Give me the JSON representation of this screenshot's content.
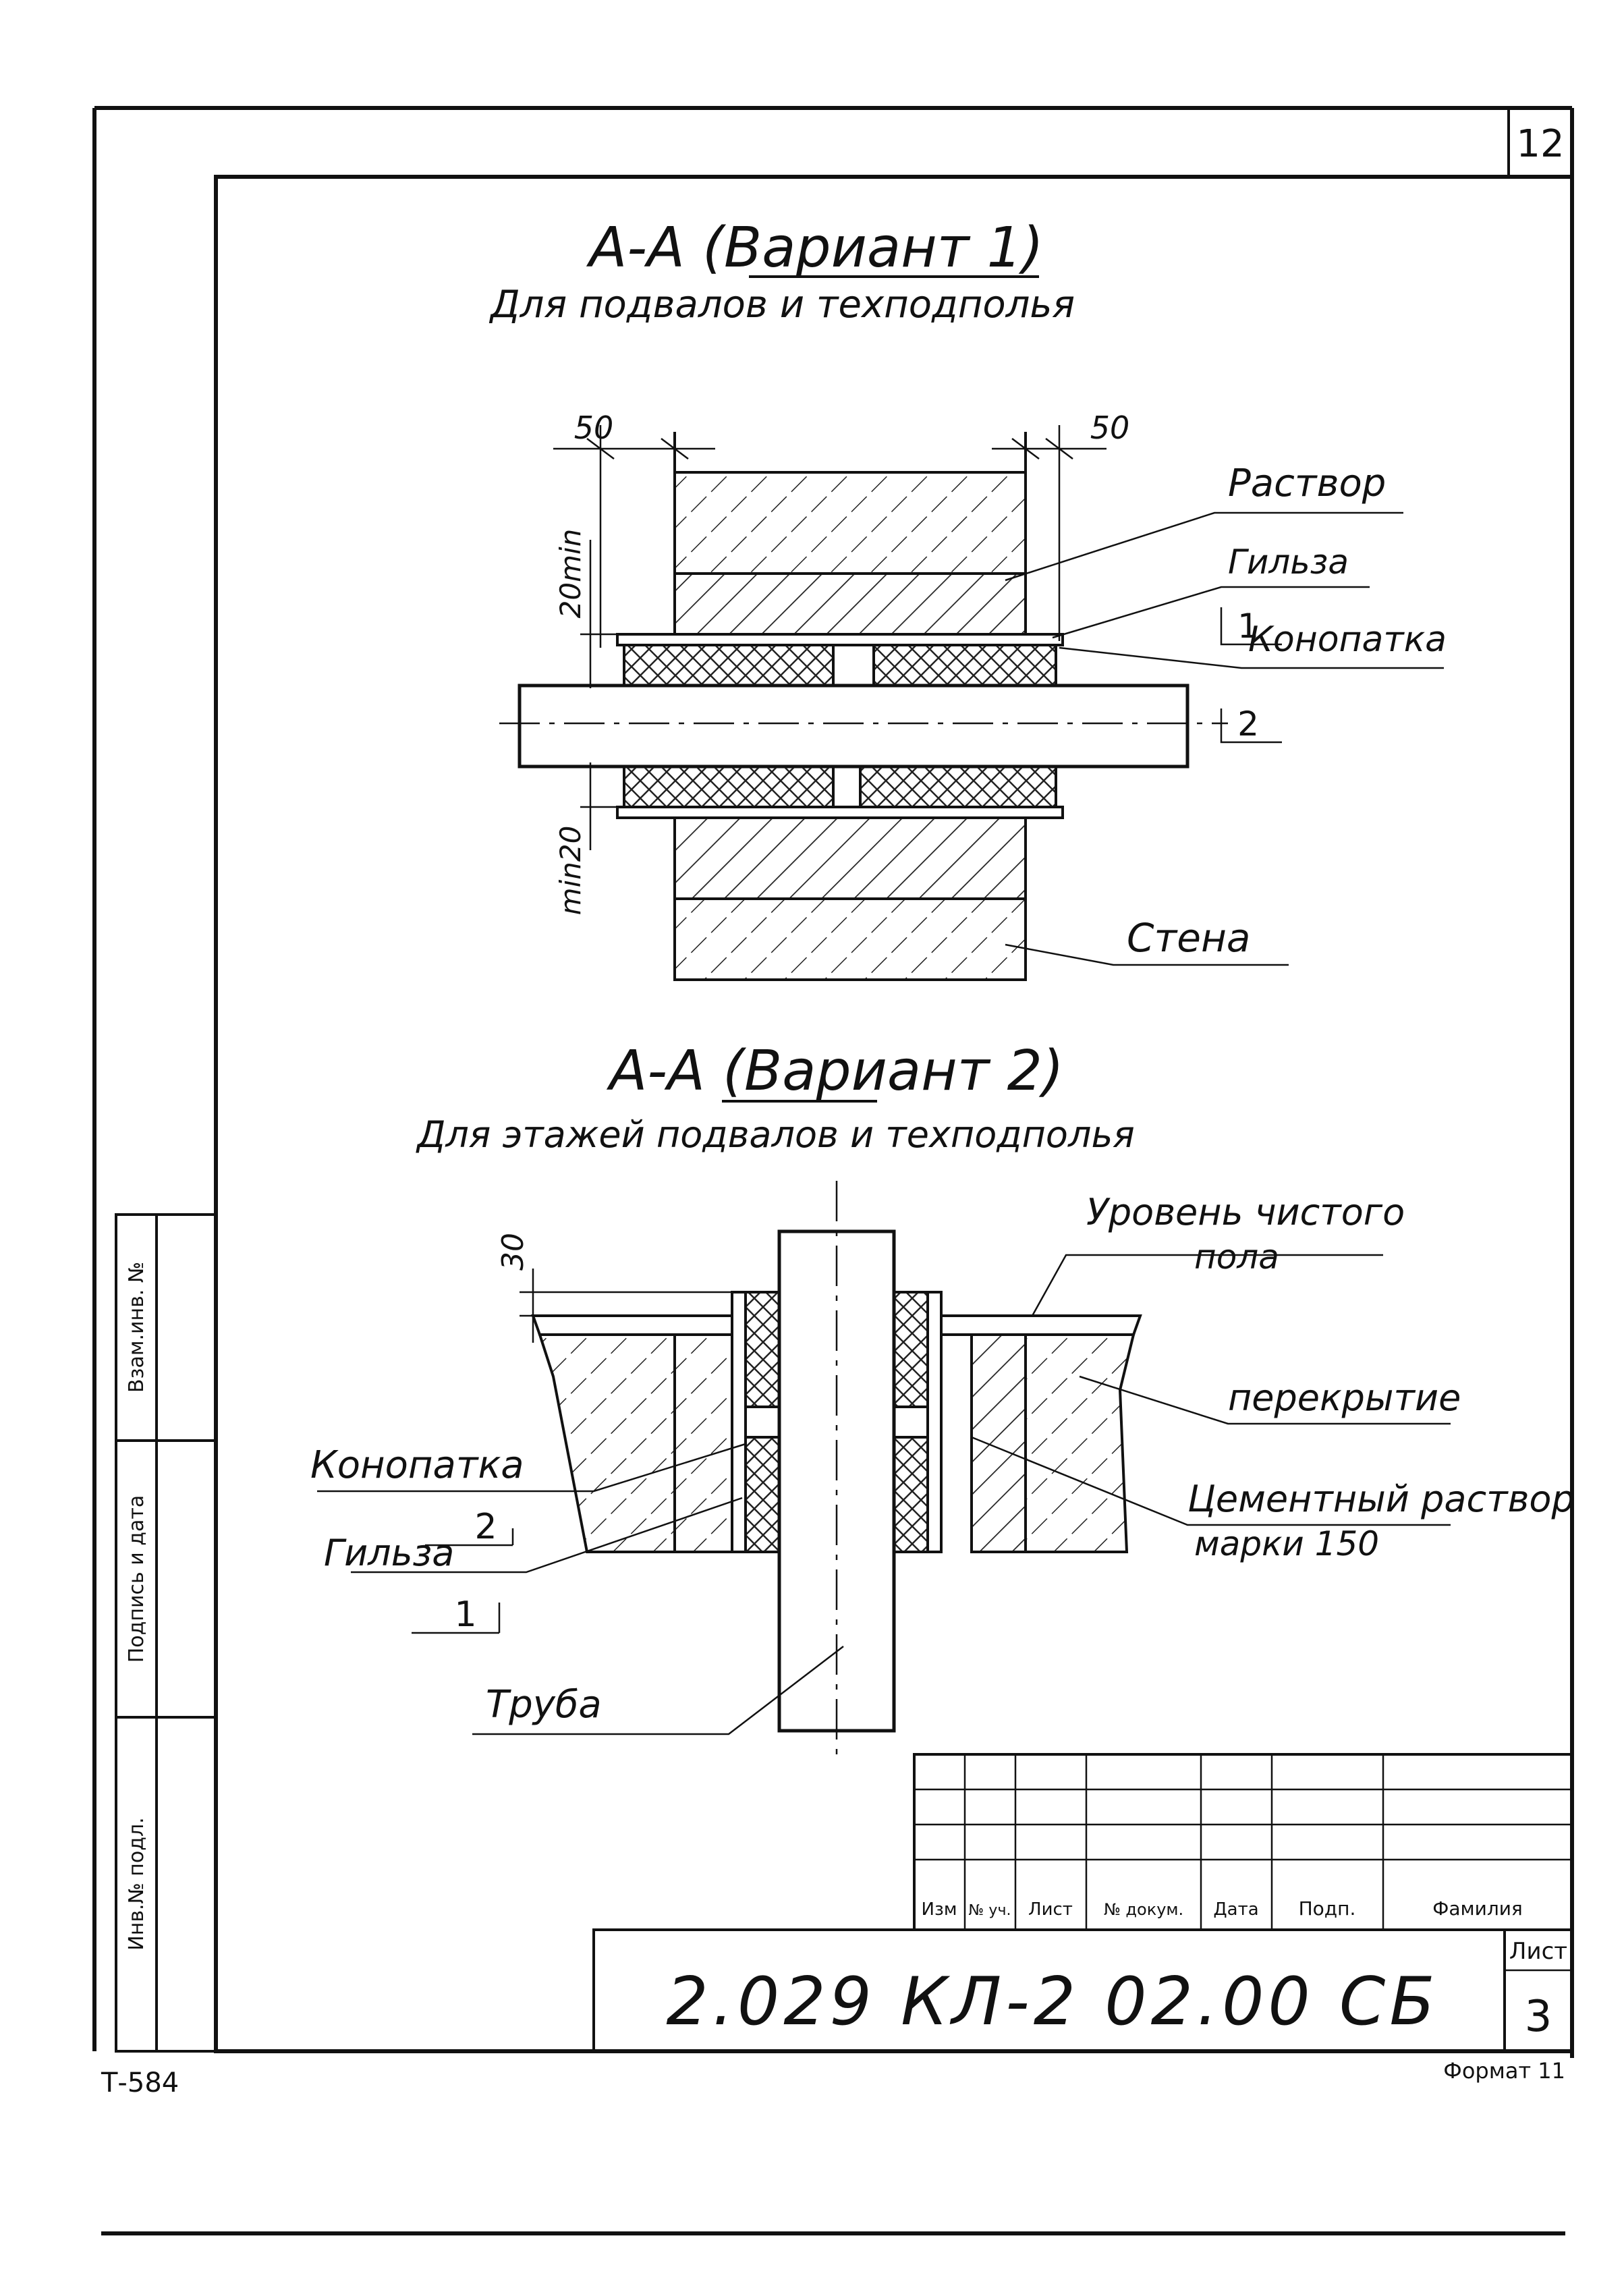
{
  "sheet_corner_number": "12",
  "section1": {
    "title": "А-А (Вариант 1)",
    "subtitle": "Для подвалов и техподполья",
    "dim_left": "50",
    "dim_right": "50",
    "dim_top": "20min",
    "dim_bottom": "min20",
    "label_rastvor": "Раствор",
    "label_gilza": "Гильза",
    "num_gilza": "1",
    "label_konopatka": "Конопатка",
    "num_konopatka": "2",
    "label_stena": "Стена"
  },
  "section2": {
    "title": "А-А (Вариант 2)",
    "subtitle": "Для этажей подвалов и техподполья",
    "dim_top": "30",
    "label_level_1": "Уровень чистого",
    "label_level_2": "пола",
    "label_perekrytie": "перекрытие",
    "label_cement_1": "Цементный раствор",
    "label_cement_2": "марки 150",
    "label_konopatka": "Конопатка",
    "num_konopatka": "2",
    "label_gilza": "Гильза",
    "num_gilza": "1",
    "label_truba": "Труба"
  },
  "title_block": {
    "headers": [
      "Изм",
      "№ уч.",
      "Лист",
      "№ докум.",
      "Дата",
      "Подп.",
      "Фамилия"
    ],
    "designation": "2.029 КЛ-2 02.00 СБ",
    "sheet_label": "Лист",
    "sheet_number": "3"
  },
  "side_stamp": {
    "inv_podl": "Инв.№ подл.",
    "podpis_data": "Подпись и дата",
    "vzam_inv": "Взам.инв. №"
  },
  "footer": {
    "left_code": "Т-584",
    "format": "Формат 11"
  }
}
